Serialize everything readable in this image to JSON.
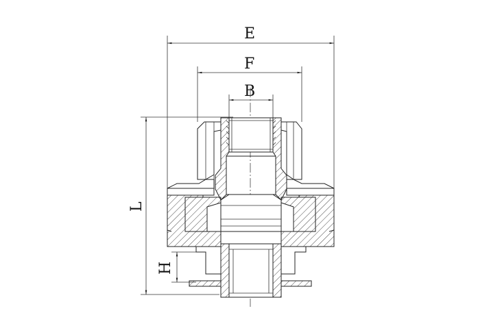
{
  "diagram": {
    "dimensions": {
      "E": "E",
      "F": "F",
      "B": "B",
      "L": "L",
      "H": "H"
    },
    "colors": {
      "line": "#222222",
      "background": "#ffffff"
    }
  }
}
